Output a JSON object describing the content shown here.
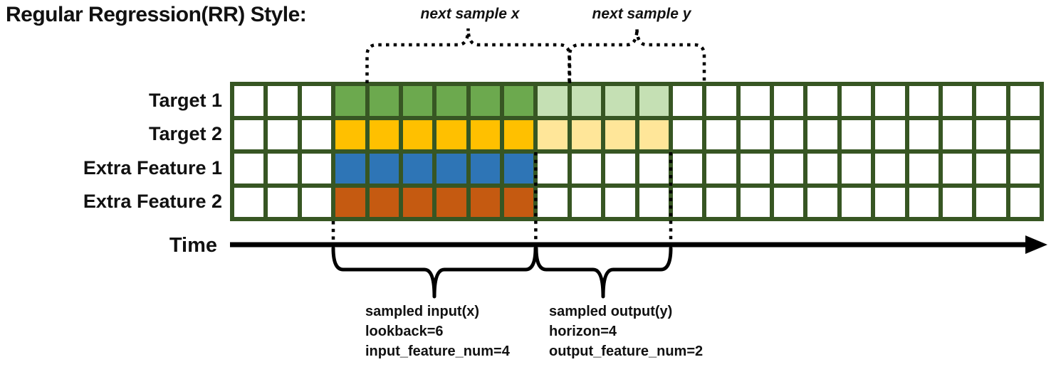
{
  "title": "Regular Regression(RR) Style:",
  "annotations": {
    "next_sample_x": "next sample x",
    "next_sample_y": "next sample y",
    "input_block": {
      "line1": "sampled input(x)",
      "line2": "lookback=6",
      "line3": "input_feature_num=4"
    },
    "output_block": {
      "line1": "sampled output(y)",
      "line2": "horizon=4",
      "line3": "output_feature_num=2"
    }
  },
  "time_axis": {
    "label": "Time"
  },
  "grid": {
    "columns": 24,
    "palette": {
      "empty": "#ffffff",
      "green": "#6CA94E",
      "light_green": "#C5E0B4",
      "gold": "#FFC000",
      "light_gold": "#FFE699",
      "blue": "#2E75B6",
      "orange": "#C55A11",
      "border": "#375623"
    },
    "rows": [
      {
        "label": "Target 1",
        "cells": [
          "empty",
          "empty",
          "empty",
          "green",
          "green",
          "green",
          "green",
          "green",
          "green",
          "light_green",
          "light_green",
          "light_green",
          "light_green",
          "empty",
          "empty",
          "empty",
          "empty",
          "empty",
          "empty",
          "empty",
          "empty",
          "empty",
          "empty",
          "empty"
        ]
      },
      {
        "label": "Target 2",
        "cells": [
          "empty",
          "empty",
          "empty",
          "gold",
          "gold",
          "gold",
          "gold",
          "gold",
          "gold",
          "light_gold",
          "light_gold",
          "light_gold",
          "light_gold",
          "empty",
          "empty",
          "empty",
          "empty",
          "empty",
          "empty",
          "empty",
          "empty",
          "empty",
          "empty",
          "empty"
        ]
      },
      {
        "label": "Extra Feature 1",
        "cells": [
          "empty",
          "empty",
          "empty",
          "blue",
          "blue",
          "blue",
          "blue",
          "blue",
          "blue",
          "empty",
          "empty",
          "empty",
          "empty",
          "empty",
          "empty",
          "empty",
          "empty",
          "empty",
          "empty",
          "empty",
          "empty",
          "empty",
          "empty",
          "empty"
        ]
      },
      {
        "label": "Extra Feature 2",
        "cells": [
          "empty",
          "empty",
          "empty",
          "orange",
          "orange",
          "orange",
          "orange",
          "orange",
          "orange",
          "empty",
          "empty",
          "empty",
          "empty",
          "empty",
          "empty",
          "empty",
          "empty",
          "empty",
          "empty",
          "empty",
          "empty",
          "empty",
          "empty",
          "empty"
        ]
      }
    ]
  }
}
